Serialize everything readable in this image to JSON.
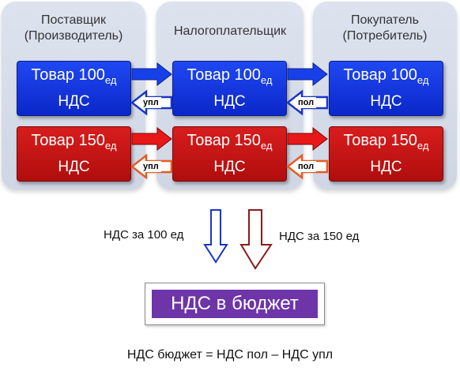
{
  "columns": [
    {
      "title_line1": "Поставщик",
      "title_line2": "(Производитель)"
    },
    {
      "title_line1": "Налогоплательщик",
      "title_line2": ""
    },
    {
      "title_line1": "Покупатель",
      "title_line2": "(Потребитель)"
    }
  ],
  "rows": [
    {
      "goods": "Товар 100",
      "unit": "ед",
      "vat": "НДС",
      "tag_left": "упл",
      "tag_right": "пол",
      "color": "#1230e0"
    },
    {
      "goods": "Товар 150",
      "unit": "ед",
      "vat": "НДС",
      "tag_left": "упл",
      "tag_right": "пол",
      "color": "#c41414"
    }
  ],
  "flows": {
    "left_label": "НДС за 100 ед",
    "right_label": "НДС за 150 ед",
    "left_color": "#1a35c8",
    "right_color": "#8a1a1a"
  },
  "budget": {
    "label": "НДС в бюджет",
    "color": "#6d35a8"
  },
  "formula": "НДС бюджет = НДС пол – НДС упл"
}
